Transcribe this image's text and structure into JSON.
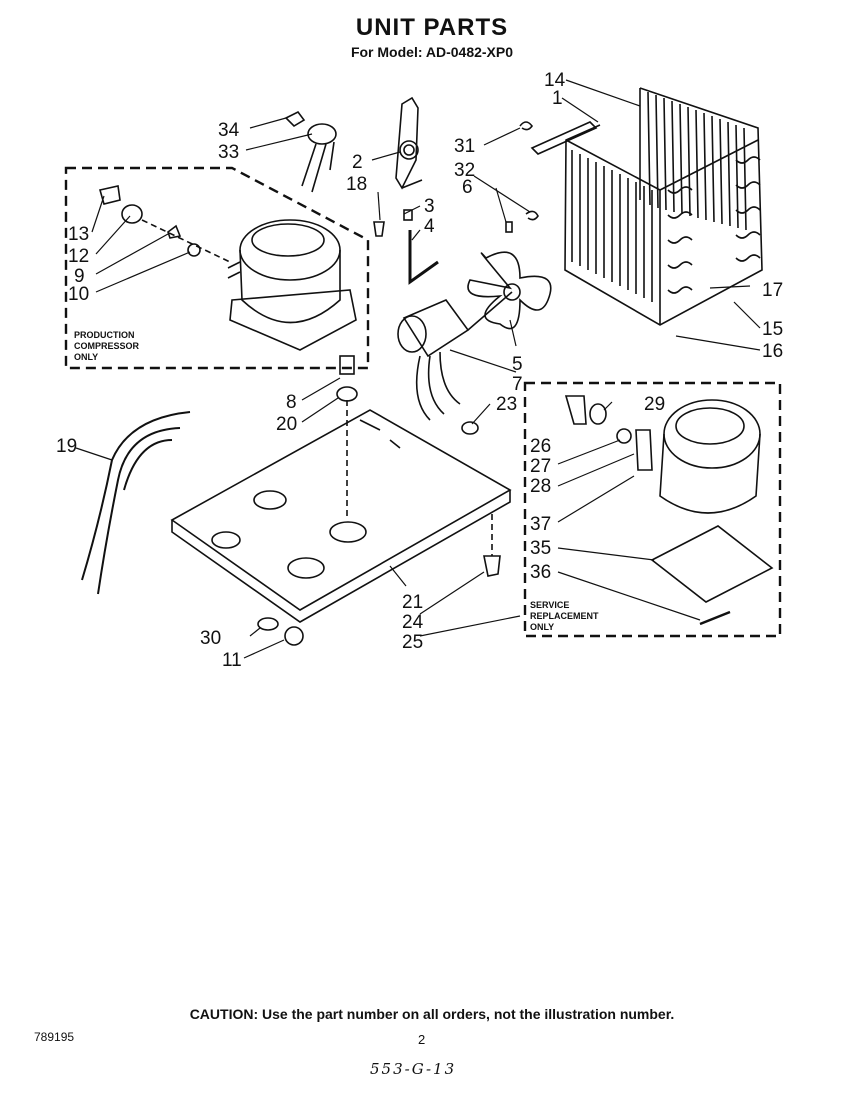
{
  "header": {
    "title": "UNIT PARTS",
    "model_line": "For Model: AD-0482-XP0"
  },
  "boxes": {
    "production": [
      "PRODUCTION",
      "COMPRESSOR",
      "ONLY"
    ],
    "service": [
      "SERVICE",
      "REPLACEMENT",
      "ONLY"
    ]
  },
  "callouts": {
    "c1": "1",
    "c2": "2",
    "c3": "3",
    "c4": "4",
    "c5": "5",
    "c6": "6",
    "c7": "7",
    "c8": "8",
    "c9": "9",
    "c10": "10",
    "c11": "11",
    "c12": "12",
    "c13": "13",
    "c14": "14",
    "c15": "15",
    "c16": "16",
    "c17": "17",
    "c18": "18",
    "c19": "19",
    "c20": "20",
    "c21": "21",
    "c23": "23",
    "c24": "24",
    "c25": "25",
    "c26": "26",
    "c27": "27",
    "c28": "28",
    "c29": "29",
    "c30": "30",
    "c31": "31",
    "c32": "32",
    "c33": "33",
    "c34": "34",
    "c35": "35",
    "c36": "36",
    "c37": "37"
  },
  "footer": {
    "caution": "CAUTION: Use the part number on all orders, not the illustration number.",
    "doc_number": "789195",
    "page_number": "2",
    "handwritten_note": "553-G-13"
  }
}
